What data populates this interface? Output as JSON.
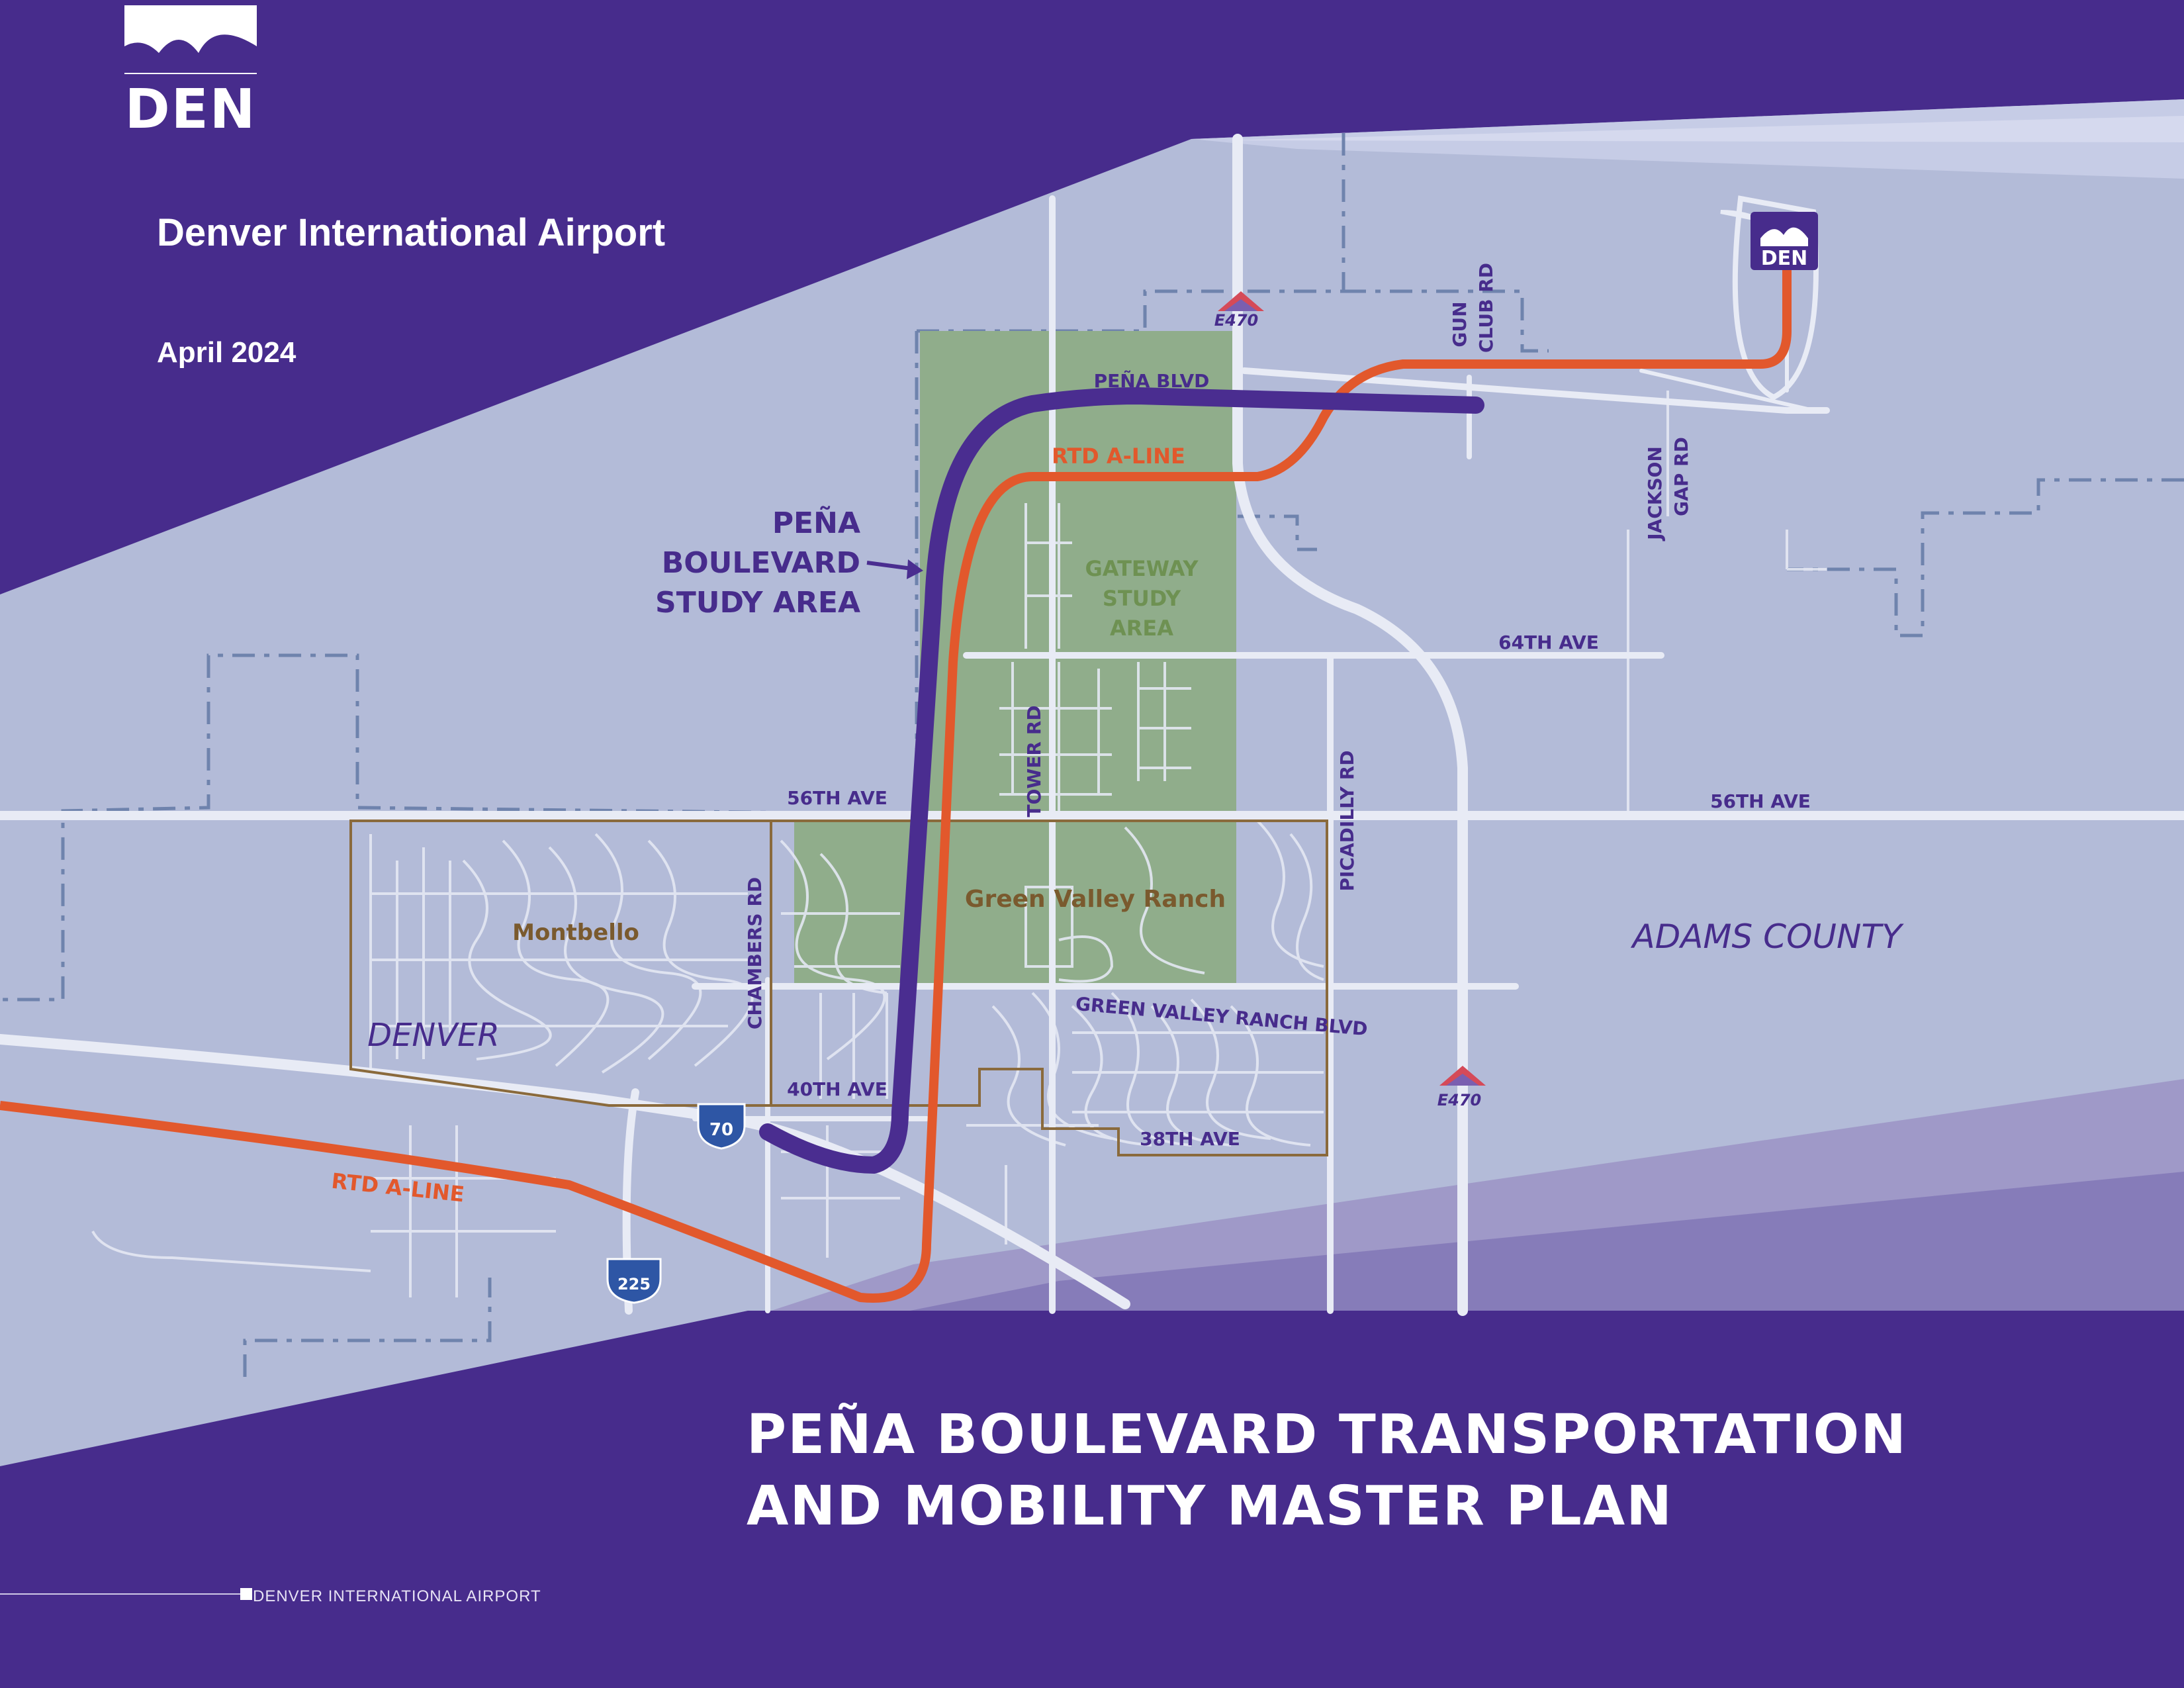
{
  "header": {
    "logo_text": "DEN",
    "organization": "Denver International Airport",
    "date": "April 2024"
  },
  "title": {
    "line1": "PEÑA BOULEVARD TRANSPORTATION",
    "line2": "AND MOBILITY MASTER PLAN"
  },
  "footer": {
    "text": "DENVER INTERNATIONAL AIRPORT"
  },
  "map": {
    "study_area_line1": "PEÑA",
    "study_area_line2": "BOULEVARD",
    "study_area_line3": "STUDY AREA",
    "gateway_line1": "GATEWAY",
    "gateway_line2": "STUDY",
    "gateway_line3": "AREA",
    "green_valley_ranch": "Green Valley Ranch",
    "montbello": "Montbello",
    "denver": "DENVER",
    "adams_county": "ADAMS COUNTY",
    "pena_blvd": "PEÑA BLVD",
    "rtd_a_line_top": "RTD A-LINE",
    "rtd_a_line_bottom": "RTD A-LINE",
    "gun_club_rd_1": "GUN",
    "gun_club_rd_2": "CLUB RD",
    "jackson_gap_rd_1": "JACKSON",
    "jackson_gap_rd_2": "GAP RD",
    "ave_64th": "64TH AVE",
    "ave_56th_left": "56TH AVE",
    "ave_56th_right": "56TH AVE",
    "tower_rd": "TOWER RD",
    "picadilly_rd": "PICADILLY RD",
    "chambers_rd": "CHAMBERS RD",
    "ave_40th": "40TH AVE",
    "ave_38th": "38TH AVE",
    "green_valley_ranch_blvd": "GREEN VALLEY RANCH BLVD",
    "e470_top": "E470",
    "e470_bottom": "E470",
    "i70": "70",
    "i225": "225",
    "den_marker": "DEN"
  },
  "colors": {
    "purple": "#472c8c",
    "map_bg": "#b3bbd8",
    "study_area_green": "#90ad8b",
    "rtd_orange": "#e2582c",
    "pena_purple": "#4a2d90",
    "montbello_brown": "#7a5a2e"
  }
}
